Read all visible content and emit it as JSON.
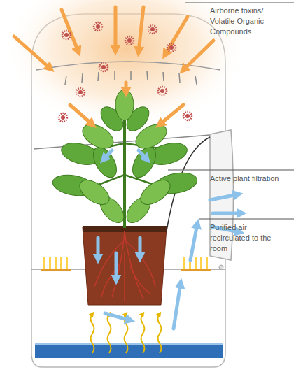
{
  "diagram": {
    "labels": [
      "Airborne toxins/ Volatile Organic Compounds",
      "Active plant filtration",
      "Purified air recirculated to the room"
    ]
  }
}
